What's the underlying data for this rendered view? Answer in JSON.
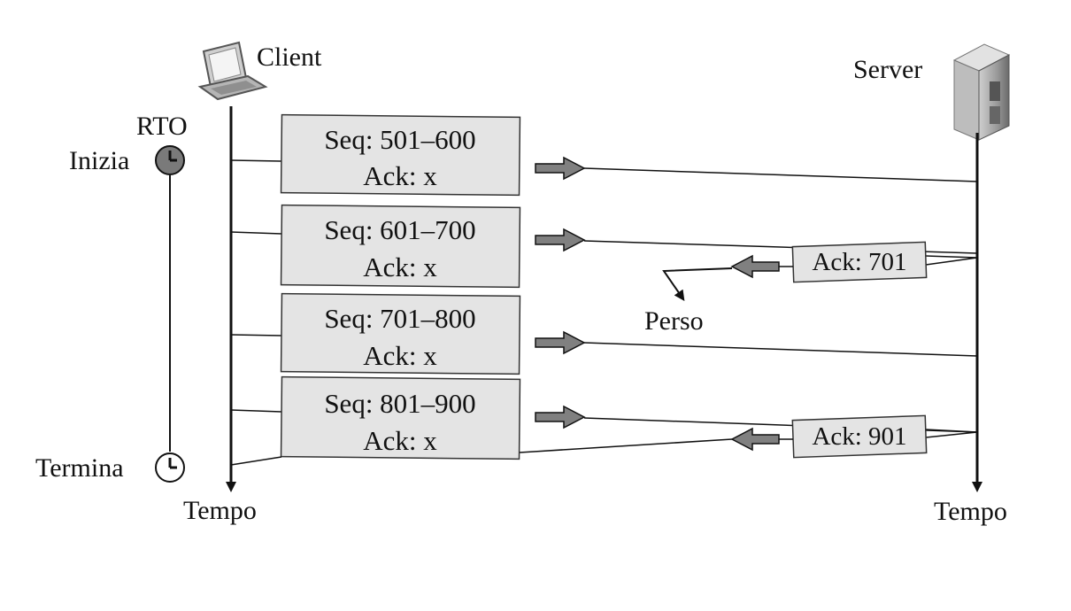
{
  "client": {
    "label": "Client",
    "time_label": "Tempo",
    "icon": "laptop-icon"
  },
  "server": {
    "label": "Server",
    "time_label": "Tempo",
    "icon": "server-tower-icon"
  },
  "timer": {
    "title": "RTO",
    "start_label": "Inizia",
    "end_label": "Termina",
    "icon": "clock-icon"
  },
  "segments": [
    {
      "seq": "Seq: 501–600",
      "ack": "Ack: x"
    },
    {
      "seq": "Seq: 601–700",
      "ack": "Ack: x"
    },
    {
      "seq": "Seq: 701–800",
      "ack": "Ack: x"
    },
    {
      "seq": "Seq: 801–900",
      "ack": "Ack: x"
    }
  ],
  "acks": [
    {
      "label": "Ack: 701",
      "lost_label": "Perso"
    },
    {
      "label": "Ack: 901"
    }
  ],
  "colors": {
    "box_fill": "#e4e4e4",
    "arrow_fill": "#808080",
    "line": "#111111"
  }
}
